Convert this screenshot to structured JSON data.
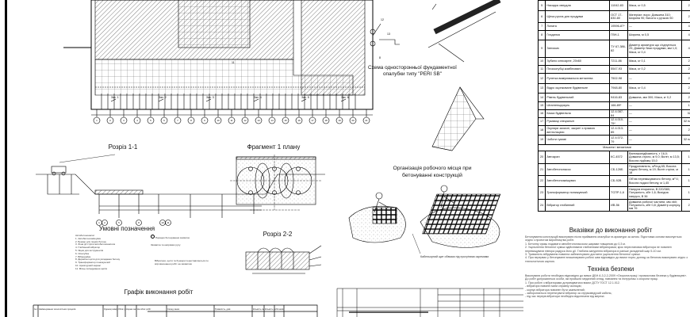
{
  "titles": {
    "section_1_1": "Розріз 1-1",
    "fragment_plan": "Фрагмент 1 плану",
    "legend": "Умовні позначення",
    "section_2_2": "Розріз 2-2",
    "schedule": "Графік виконання робіт",
    "formwork_scheme_line1": "Схема односторонньої фундаментної",
    "formwork_scheme_line2": "опалубки типу \"PERI   SB\"",
    "workplace_line1": "Організація робочого місця при",
    "workplace_line2": "бетонуванні конструкцій",
    "instructions": "Вказівки до виконання робіт",
    "safety": "Техніка безпеки"
  },
  "plan": {
    "callouts": [
      "12",
      "13",
      "8",
      "11"
    ],
    "axes": [
      "1",
      "2",
      "3",
      "4",
      "5",
      "6",
      "7",
      "8",
      "9",
      "10",
      "11",
      "12",
      "13",
      "14",
      "15",
      "16",
      "17",
      "18",
      "19",
      "20",
      "21"
    ],
    "grips": [
      "Зах. 1",
      "Зах. 2",
      "Зах. 3",
      "Зах. 4",
      "Зах. 5",
      "Зах. 6"
    ]
  },
  "section11": {
    "axes": [
      "1",
      "2",
      "5",
      "8",
      "10",
      "11"
    ]
  },
  "legend": {
    "items": [
      "Автобетононасос",
      "1. Автобетонозмішувач",
      "2. Бункер для подачі бетону",
      "3. Зона дії стріли автобетононасоса",
      "4. Глибинний вібратор",
      "5. Ящик для інструментів",
      "6. Опалубка",
      "7. Віброрейка",
      "8. Дерев'яні щити для укладання бетону",
      "9. Трансформатор понижуючий",
      "10. Арматурний каркас",
      "11. Місце складування щитів"
    ],
    "symbol_1": "Порядок бетонування захваток",
    "symbol_2": "Захватка та напрямок руху",
    "note": "Вібратори, щити та бункери переставляються по мірі виконання робіт на захватках"
  },
  "schedule_headers": [
    "№ п/п",
    "Найменування технологічних процесів",
    "Одиниці виміру",
    "Обсяг робіт",
    "Норма часу",
    "На обсяг робіт",
    "Склад ланки",
    "Тривалість, днів",
    "Кількість змін",
    "Кількість робітників"
  ],
  "workplace_caption": "Кабельорний щит обвязки під прогрітими окремими",
  "spec": {
    "rows": [
      {
        "n": "5",
        "name": "Насадок свердла",
        "gost": "11042-83",
        "char": "Маса, кг 0,5",
        "qty": "2"
      },
      {
        "n": "6",
        "name": "Щітка ручна для продувки",
        "gost": "ОСТ 17-830-80",
        "char": "Матеріал: ворс; Довжина 310; Ширина 90; Висота з ручкою 50",
        "qty": "2"
      },
      {
        "n": "7",
        "name": "Лопата",
        "gost": "19596-87*",
        "char": "—",
        "qty": "4"
      },
      {
        "n": "8",
        "name": "Гладилка",
        "gost": "ГВН-1",
        "char": "Ширина, м 0,5",
        "qty": "4"
      },
      {
        "n": "9",
        "name": "Затискач",
        "gost": "ТУ 67-386-82",
        "char": "Діаметр арматури що з'єднується 20; Діаметр бази продувки, мм 1,0; Маса, кг 0,4",
        "qty": "4"
      },
      {
        "n": "10",
        "name": "Зубило слюсарне, 20х60",
        "gost": "7211-86",
        "char": "Маса, кг 0,1",
        "qty": "2"
      },
      {
        "n": "11",
        "name": "Плоскогубці комбіновані",
        "gost": "5547-93",
        "char": "Маса, кг 0,2",
        "qty": "2"
      },
      {
        "n": "12",
        "name": "Рулетка вимірювальна металева",
        "gost": "7502-98",
        "char": "—",
        "qty": "2"
      },
      {
        "n": "13",
        "name": "Відро оцинковане будівельне",
        "gost": "7948-80",
        "char": "Маса, кг 0,4",
        "qty": "2"
      },
      {
        "n": "14",
        "name": "Рівень будівельний",
        "gost": "9416-83",
        "char": "Довжина, мм 300; Маса, кг 0,2",
        "qty": "2"
      },
      {
        "n": "15",
        "name": "Штангенциркуль",
        "gost": "166-89*",
        "char": "—",
        "qty": "1"
      },
      {
        "n": "16",
        "name": "Каска будівельна",
        "gost": "12.4.087-84",
        "char": "—",
        "qty": "32"
      },
      {
        "n": "17",
        "name": "Рукавиці спеціальні",
        "gost": "12.4.010-75*",
        "char": "—",
        "qty": "32 пари"
      },
      {
        "n": "18",
        "name": "Окуляри захисні, закриті з прямою вентиляцією",
        "gost": "12.4.013-85",
        "char": "—",
        "qty": "2"
      },
      {
        "n": "19",
        "name": "Чоботи гумові",
        "gost": "12.4.072-79",
        "char": "—",
        "qty": "32 пари"
      }
    ],
    "machines_header": "Машини і механізми",
    "machines": [
      {
        "n": "20",
        "name": "Автокран",
        "gost": "КС-4572",
        "char": "Вантажопідйомність, т 16,0; Довжина стріли, м 9,0; Виліт, м 13,5; Висота підйому 15,0",
        "qty": "1"
      },
      {
        "n": "21",
        "name": "Автобетононасос",
        "gost": "СБ-126Б",
        "char": "Продуктивність, м³/год 65; Висота подачі бетону, м 19; Виліт стріли, м 18",
        "qty": "1"
      },
      {
        "n": "22",
        "name": "Автобетонозмішувач",
        "gost": "СБ-92В",
        "char": "Об'єм перемішуваного бетону, м³ 4; Висота подачі бетону, м 1,45",
        "qty": "1"
      },
      {
        "n": "23",
        "name": "Трансформатор понижуючий",
        "gost": "ТСПР-1,6",
        "char": "Напруга вторинна, В 220/380; Потужність, кВт 1,6; Вихідна напруга, В 36",
        "qty": "1"
      },
      {
        "n": "24",
        "name": "Вібратор глибинний",
        "gost": "ИВ-56",
        "char": "Довжина робочої частини, мм 460; Потужність, кВт 0,8; Діаметр корпусу, мм 76",
        "qty": "2"
      }
    ]
  },
  "instructions_text": [
    "Бетонування конструкцій виконувати після приймання опалубки та арматури за актом. Підготовка основи виконується згідно з проектом виробництва робіт.",
    "1. Бетонну суміш подавати автобетононасосом шарами товщиною до 0,3 м.",
    "2. Ущільнення бетонної суміші здійснювати глибинними вібраторами; крок перестановки вібратора не повинен перевищувати півтора радіуса його дії. Глибина занурення вібратора в раніше укладений шар 5-10 см.",
    "3. Тривалість вібрування повинна забезпечувати достатнє ущільнення бетонної суміші.",
    "4. При перервах у бетонуванні влаштовувати робочі шви відповідно до вимог норм; догляд за бетоном виконувати згідно з технологічною картою."
  ],
  "safety_text": [
    "Виконувати роботи необхідно відповідно до вимог ДБН А.3.2-2-2009 «Охорона праці і промислова безпека у будівництві». До робіт допускаються особи, які пройшли медичний огляд, навчання та інструктаж з охорони праці.",
    "1. При роботі з вібраторами дотримуватися вимог ДСТУ ГОСТ 12.1.012.",
    "- вібратори повинні мати справну ізоляцію;",
    "- корпус вібратора повинен бути заземлений;",
    "- забороняється перетягувати вібратор за струмоведучий кабель;",
    "- під час перерв вібратори необхідно відключати від мережі."
  ]
}
